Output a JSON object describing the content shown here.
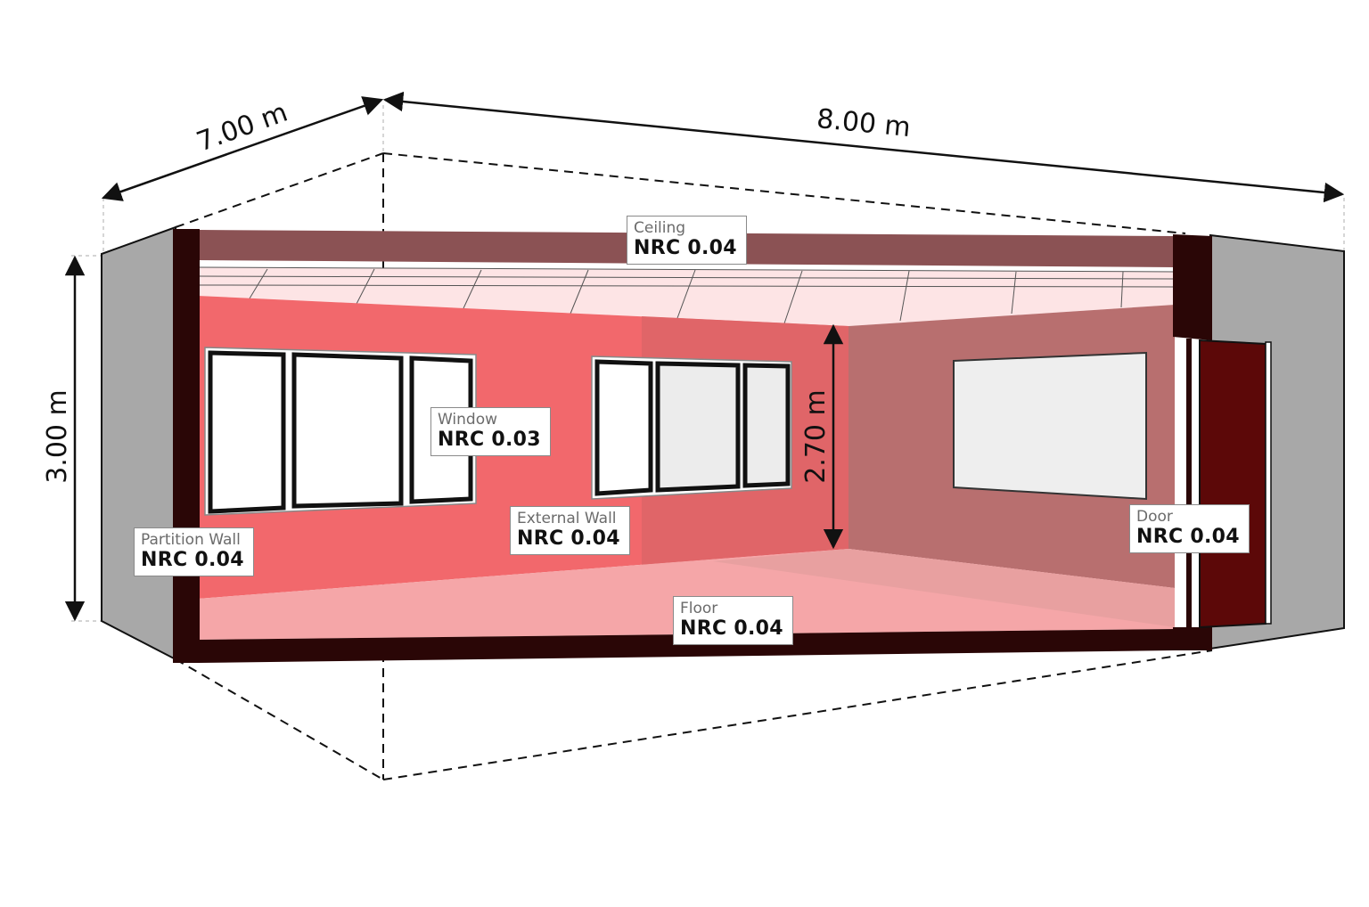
{
  "dimensions": {
    "width": "7.00 m",
    "length": "8.00 m",
    "height": "3.00 m",
    "ceiling_height": "2.70 m"
  },
  "surfaces": {
    "ceiling": {
      "name": "Ceiling",
      "value": "NRC 0.04"
    },
    "window": {
      "name": "Window",
      "value": "NRC 0.03"
    },
    "external_wall": {
      "name": "External Wall",
      "value": "NRC 0.04"
    },
    "partition_wall": {
      "name": "Partition Wall",
      "value": "NRC 0.04"
    },
    "door": {
      "name": "Door",
      "value": "NRC 0.04"
    },
    "floor": {
      "name": "Floor",
      "value": "NRC 0.04"
    }
  },
  "colors": {
    "external_wall": "#f2686c",
    "back_wall": "#b86f6f",
    "ceiling_slab": "#8b5254",
    "floor": "#f5a6a8",
    "frame": "#2a0606",
    "side_block": "#a8a8a8",
    "door": "#5c0808"
  }
}
